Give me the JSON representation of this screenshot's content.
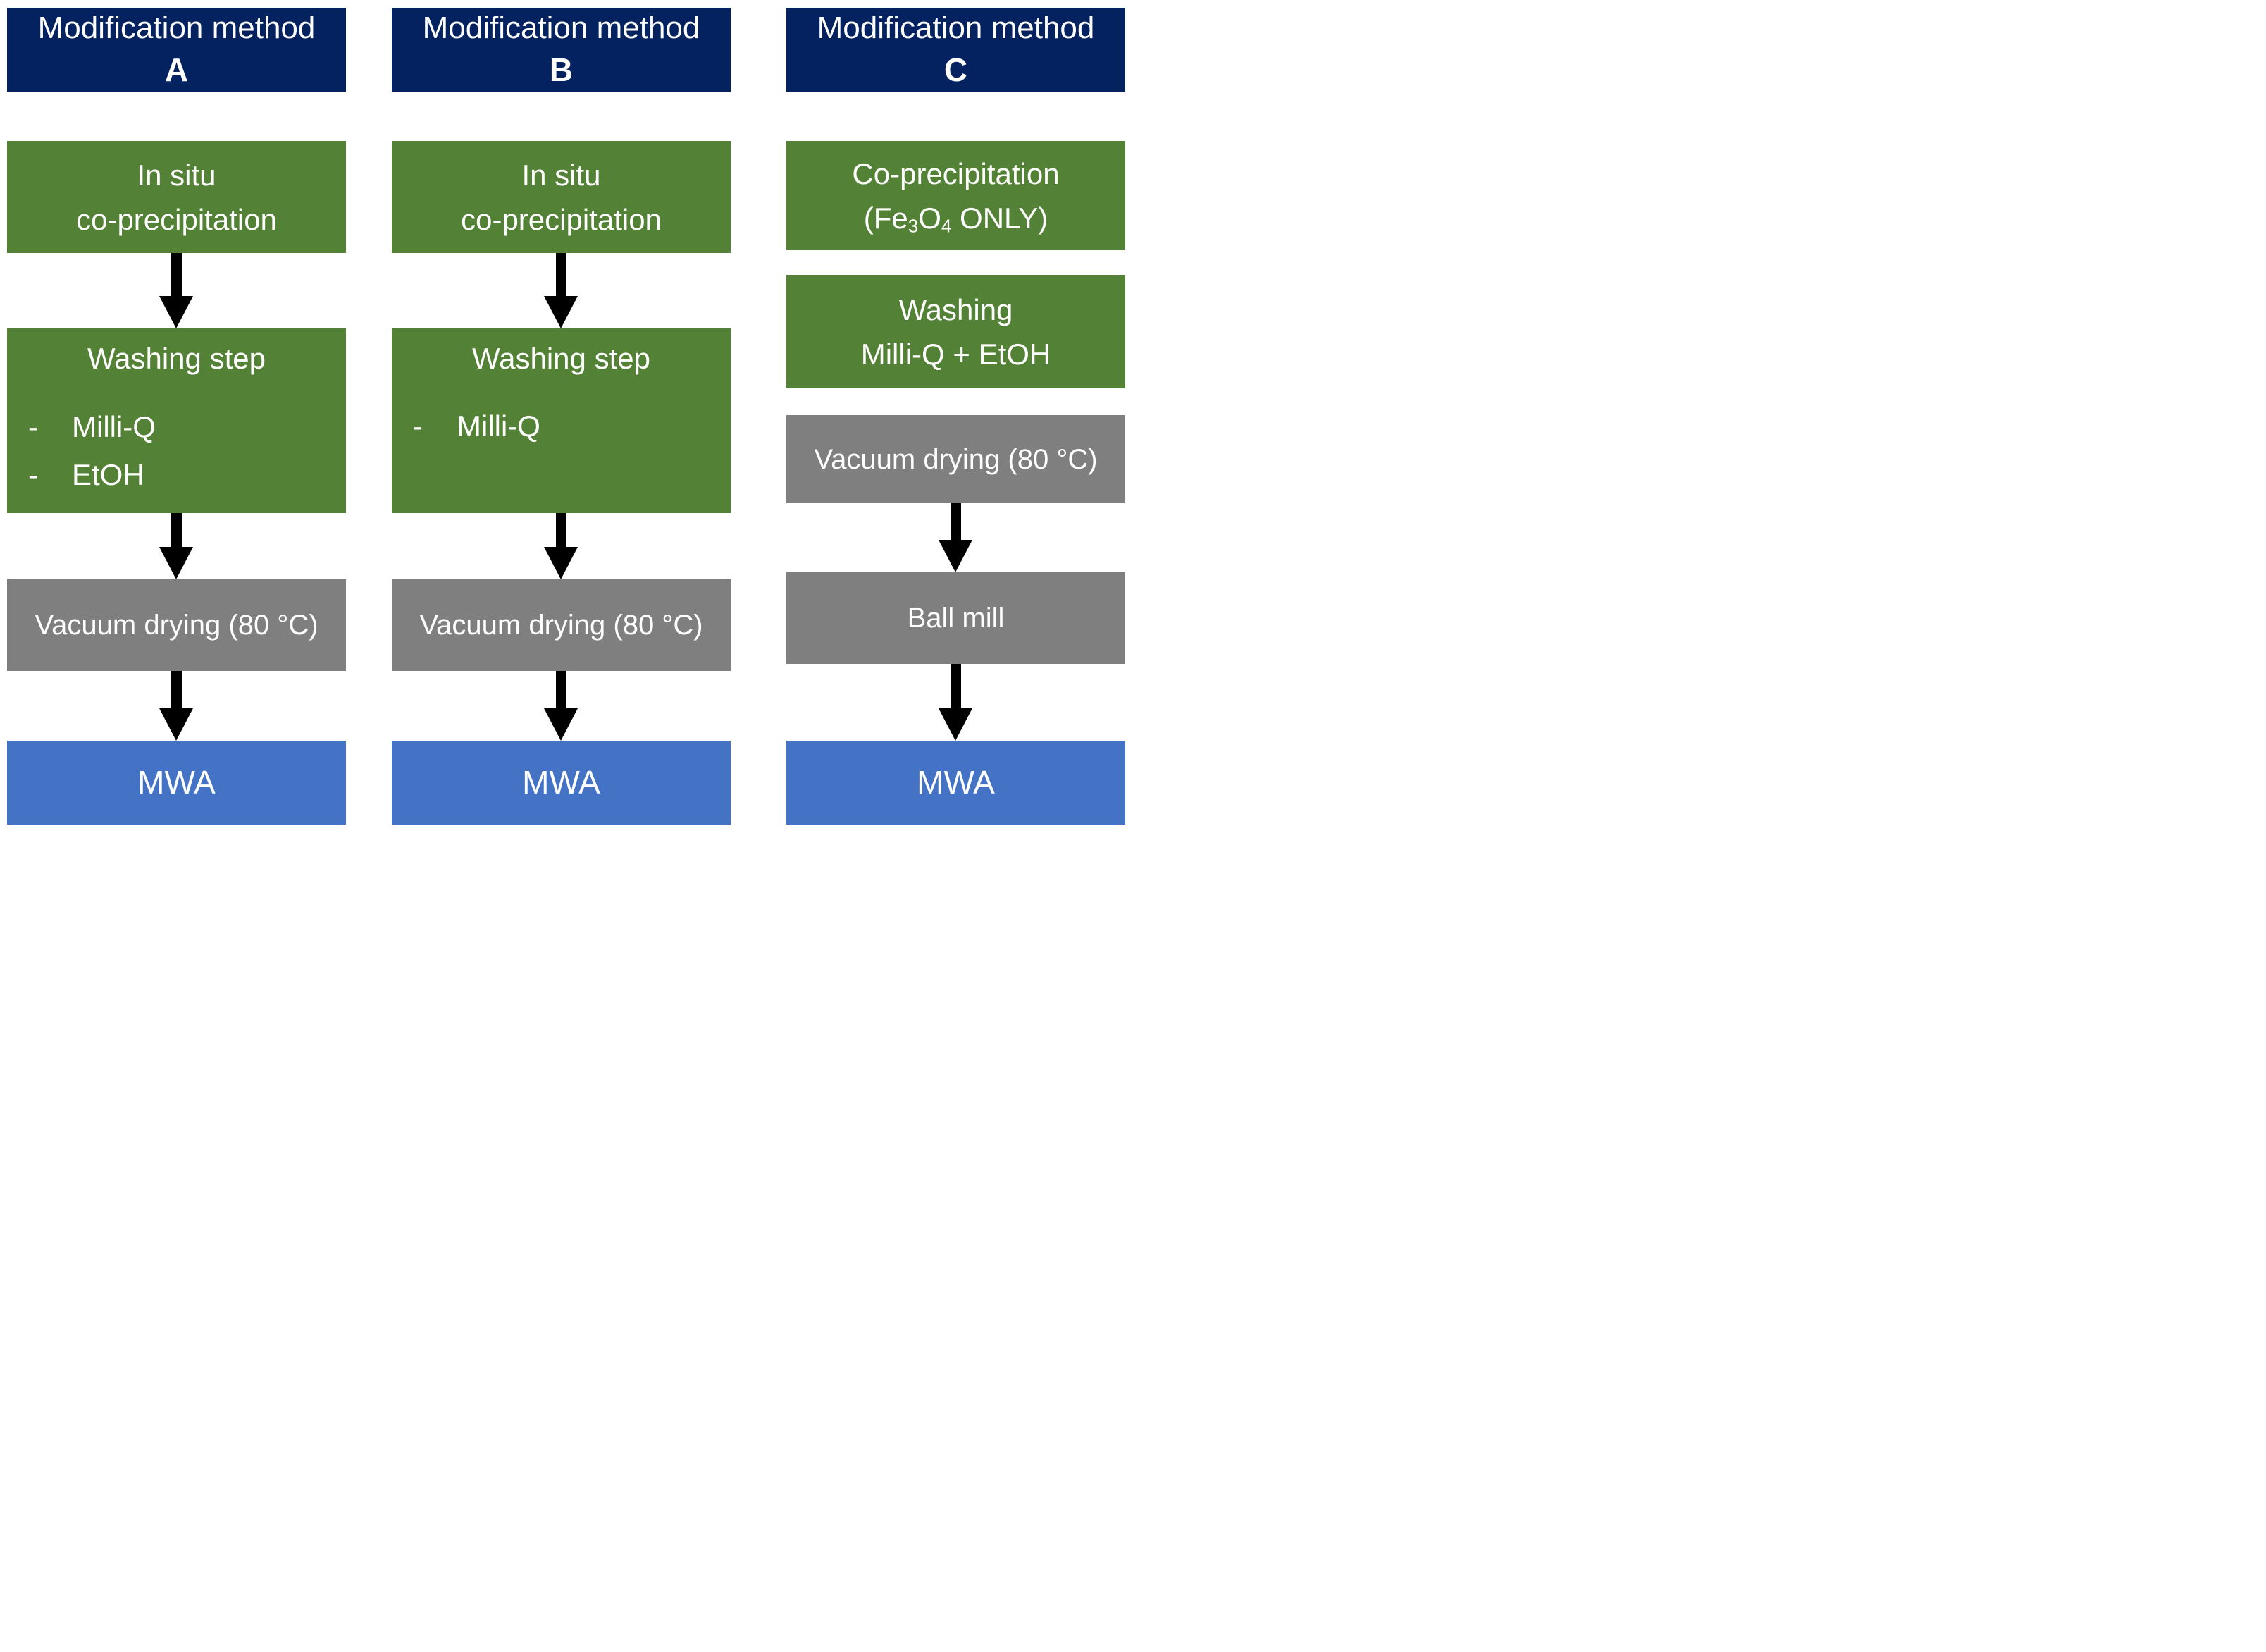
{
  "colors": {
    "header_bg": "#042260",
    "process_green": "#538135",
    "step_gray": "#7f7f7f",
    "mwa_blue": "#4472c4",
    "arrow_black": "#000000"
  },
  "method_a": {
    "header": {
      "line1": "Modification method",
      "label": "A"
    },
    "coprecipitation": {
      "line1": "In situ",
      "line2": "co-precipitation"
    },
    "washing": {
      "title": "Washing step",
      "bullets": [
        {
          "dash": "-",
          "label": "Milli-Q"
        },
        {
          "dash": "-",
          "label": "EtOH"
        }
      ]
    },
    "drying": "Vacuum drying (80 °C)",
    "mwa": "MWA"
  },
  "method_b": {
    "header": {
      "line1": "Modification method",
      "label": "B"
    },
    "coprecipitation": {
      "line1": "In situ",
      "line2": "co-precipitation"
    },
    "washing": {
      "title": "Washing step",
      "bullets": [
        {
          "dash": "-",
          "label": "Milli-Q"
        }
      ]
    },
    "drying": "Vacuum drying (80 °C)",
    "mwa": "MWA"
  },
  "method_c": {
    "header": {
      "line1": "Modification method",
      "label": "C"
    },
    "coprecipitation": {
      "line1": "Co-precipitation",
      "formula": {
        "prefix": "(Fe",
        "sub1": "3",
        "mid": "O",
        "sub2": "4",
        "suffix": " ONLY)"
      }
    },
    "washing": {
      "line1": "Washing",
      "line2": "Milli-Q + EtOH"
    },
    "drying": "Vacuum drying (80 °C)",
    "ballmill": "Ball mill",
    "mwa": "MWA"
  }
}
